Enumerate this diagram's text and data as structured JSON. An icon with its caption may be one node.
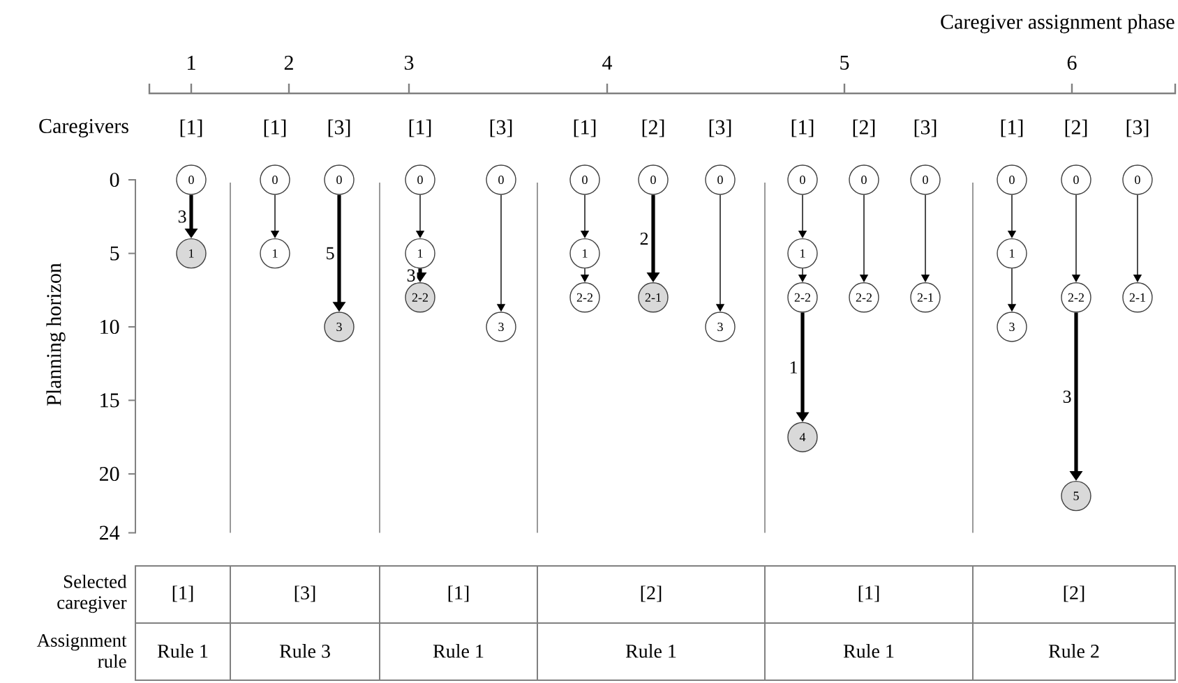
{
  "diagram": {
    "nodes": [
      {
        "text": [
          "0"
        ]
      },
      {
        "text": [
          "1"
        ]
      },
      {
        "text": [
          "0"
        ]
      },
      {
        "text": [
          "1"
        ]
      },
      {
        "text": [
          "0"
        ]
      },
      {
        "text": [
          "3"
        ]
      },
      {
        "text": [
          "0"
        ]
      },
      {
        "text": [
          "1"
        ]
      },
      {
        "text": [
          "2-2"
        ]
      },
      {
        "text": [
          "0"
        ]
      },
      {
        "text": [
          "3"
        ]
      },
      {
        "text": [
          "0"
        ]
      },
      {
        "text": [
          "1"
        ]
      },
      {
        "text": [
          "2-2"
        ]
      },
      {
        "text": [
          "0"
        ]
      },
      {
        "text": [
          "2-1"
        ]
      },
      {
        "text": [
          "0"
        ]
      },
      {
        "text": [
          "3"
        ]
      },
      {
        "text": [
          "0"
        ]
      },
      {
        "text": [
          "1"
        ]
      },
      {
        "text": [
          "2-2"
        ]
      },
      {
        "text": [
          "4"
        ]
      },
      {
        "text": [
          "0"
        ]
      },
      {
        "text": [
          "2-2"
        ]
      },
      {
        "text": [
          "0"
        ]
      },
      {
        "text": [
          "2-1"
        ]
      },
      {
        "text": [
          "0"
        ]
      },
      {
        "text": [
          "1"
        ]
      },
      {
        "text": [
          "3"
        ]
      },
      {
        "text": [
          "0"
        ]
      },
      {
        "text": [
          "2-2"
        ]
      },
      {
        "text": [
          "5"
        ]
      },
      {
        "text": [
          "0"
        ]
      },
      {
        "text": [
          "2-1"
        ]
      }
    ],
    "edges": [
      {
        "from": 0,
        "to": 1,
        "arrow": "to",
        "label": "3",
        "style": "thick"
      },
      {
        "from": 2,
        "to": 3,
        "arrow": "to"
      },
      {
        "from": 4,
        "to": 5,
        "arrow": "to",
        "label": "5",
        "style": "thick"
      },
      {
        "from": 6,
        "to": 7,
        "arrow": "to"
      },
      {
        "from": 7,
        "to": 8,
        "arrow": "to",
        "label": "3",
        "style": "thick"
      },
      {
        "from": 9,
        "to": 10,
        "arrow": "to"
      },
      {
        "from": 11,
        "to": 12,
        "arrow": "to"
      },
      {
        "from": 12,
        "to": 13,
        "arrow": "to"
      },
      {
        "from": 14,
        "to": 15,
        "arrow": "to",
        "label": "2",
        "style": "thick"
      },
      {
        "from": 16,
        "to": 17,
        "arrow": "to"
      },
      {
        "from": 18,
        "to": 19,
        "arrow": "to"
      },
      {
        "from": 19,
        "to": 20,
        "arrow": "to"
      },
      {
        "from": 20,
        "to": 21,
        "arrow": "to",
        "label": "1",
        "style": "thick"
      },
      {
        "from": 22,
        "to": 23,
        "arrow": "to"
      },
      {
        "from": 24,
        "to": 25,
        "arrow": "to"
      },
      {
        "from": 26,
        "to": 27,
        "arrow": "to"
      },
      {
        "from": 27,
        "to": 28,
        "arrow": "to"
      },
      {
        "from": 29,
        "to": 30,
        "arrow": "to"
      },
      {
        "from": 30,
        "to": 31,
        "arrow": "to",
        "label": "3",
        "style": "thick"
      },
      {
        "from": 32,
        "to": 33,
        "arrow": "to"
      }
    ],
    "labels": [
      "Caregiver assignment phase",
      "1",
      "2",
      "3",
      "4",
      "5",
      "6",
      "Caregivers",
      "[1]",
      "[1]",
      "[3]",
      "[1]",
      "[3]",
      "[1]",
      "[2]",
      "[3]",
      "[1]",
      "[2]",
      "[3]",
      "[1]",
      "[2]",
      "[3]",
      "Planning horizon",
      "0",
      "5",
      "10",
      "15",
      "20",
      "24",
      "Selected caregiver",
      "[1]",
      "[3]",
      "[1]",
      "[2]",
      "[1]",
      "[2]",
      "Assignment rule",
      "Rule 1",
      "Rule 3",
      "Rule 1",
      "Rule 1",
      "Rule 1",
      "Rule 2"
    ]
  }
}
